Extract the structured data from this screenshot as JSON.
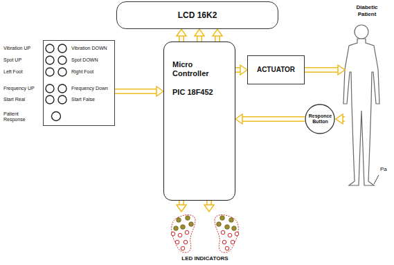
{
  "diagram": {
    "nodes": [
      {
        "text": [
          "LCD 16K2"
        ]
      },
      {
        "text": [
          "Vibration UP",
          "Vibration DOWN",
          "Spot UP",
          "Spot DOWN",
          "Left Foot",
          "Right Foot",
          "Frequency UP",
          "Frequency Down",
          "Start Real",
          "Start False",
          "Patient Response"
        ]
      },
      {
        "text": [
          "Micro Controller",
          "PIC 18F452"
        ]
      },
      {
        "text": [
          "ACTUATOR"
        ]
      },
      {
        "text": [
          "Diabetic Patient"
        ]
      },
      {
        "text": [
          "Responce Button"
        ]
      },
      {
        "text": [
          "LED INDICATORS"
        ]
      }
    ],
    "edges": [
      {
        "from": 1,
        "to": 2,
        "arrow": "to"
      },
      {
        "from": 2,
        "to": 0,
        "arrow": "to"
      },
      {
        "from": 2,
        "to": 3,
        "arrow": "to"
      },
      {
        "from": 3,
        "to": 4,
        "arrow": "to"
      },
      {
        "from": 4,
        "to": 5,
        "arrow": "to"
      },
      {
        "from": 5,
        "to": 2,
        "arrow": "to"
      },
      {
        "from": 2,
        "to": 6,
        "arrow": "to"
      }
    ],
    "labels": [
      "Pa"
    ]
  }
}
